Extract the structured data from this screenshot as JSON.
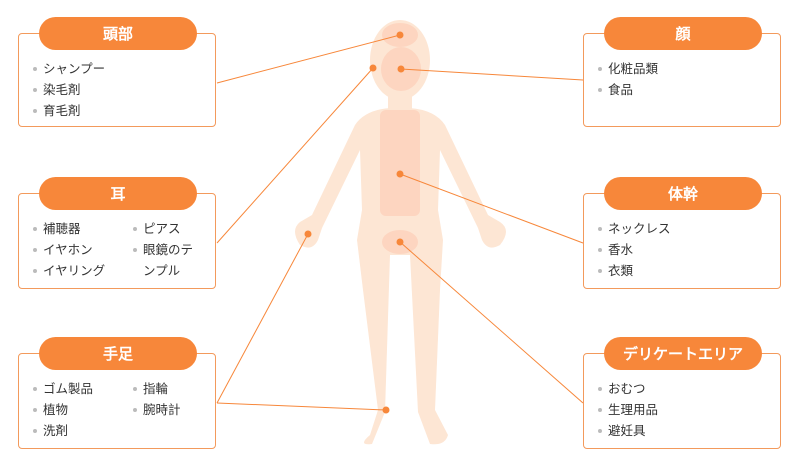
{
  "colors": {
    "accent": "#f7873a",
    "body": "#fde6d4",
    "highlight": "#fdd5c0"
  },
  "groups": {
    "head": {
      "title": "頭部",
      "col1": [
        "シャンプー",
        "染毛剤",
        "育毛剤"
      ]
    },
    "ear": {
      "title": "耳",
      "col1": [
        "補聴器",
        "イヤホン",
        "イヤリング"
      ],
      "col2": [
        "ピアス",
        "眼鏡のテンプル"
      ]
    },
    "limbs": {
      "title": "手足",
      "col1": [
        "ゴム製品",
        "植物",
        "洗剤"
      ],
      "col2": [
        "指輪",
        "腕時計"
      ]
    },
    "face": {
      "title": "顔",
      "col1": [
        "化粧品類",
        "食品"
      ]
    },
    "trunk": {
      "title": "体幹",
      "col1": [
        "ネックレス",
        "香水",
        "衣類"
      ]
    },
    "delicate": {
      "title": "デリケートエリア",
      "col1": [
        "おむつ",
        "生理用品",
        "避妊具"
      ]
    }
  }
}
